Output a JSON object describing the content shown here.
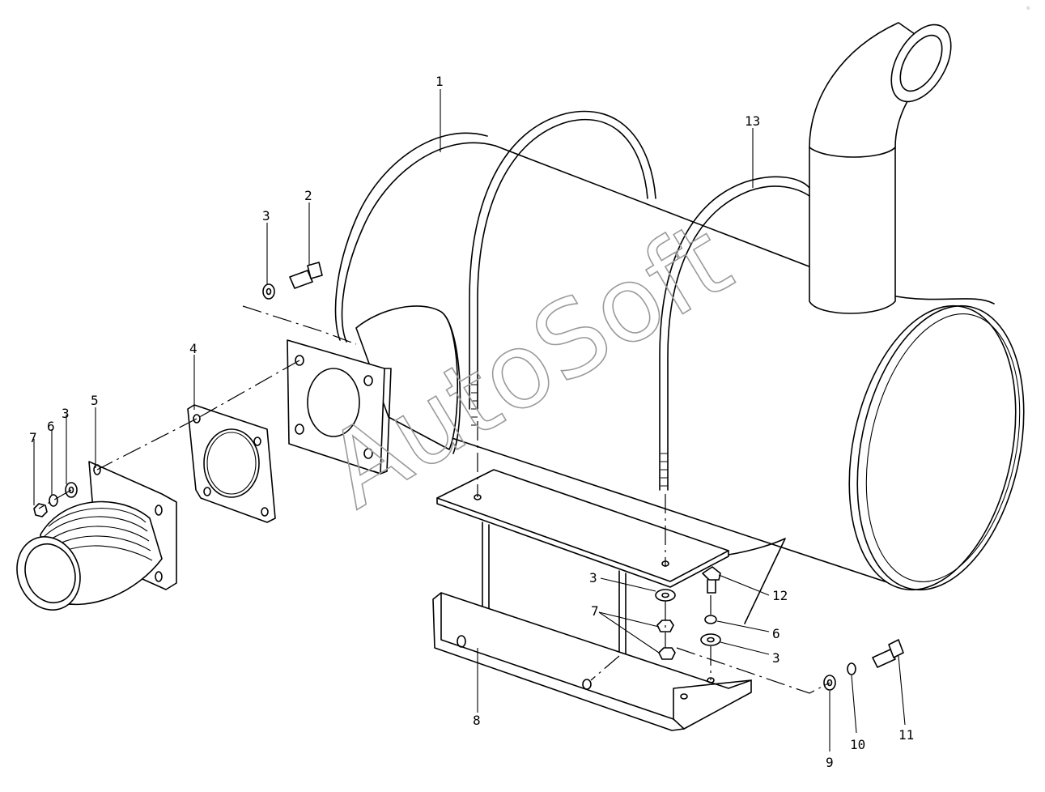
{
  "diagram": {
    "watermark": "AutoSoft",
    "corner_mark": "©"
  },
  "callouts": [
    {
      "id": "c1",
      "label": "1"
    },
    {
      "id": "c13",
      "label": "13"
    },
    {
      "id": "c2",
      "label": "2"
    },
    {
      "id": "c3a",
      "label": "3"
    },
    {
      "id": "c4",
      "label": "4"
    },
    {
      "id": "c5",
      "label": "5"
    },
    {
      "id": "c3b",
      "label": "3"
    },
    {
      "id": "c6a",
      "label": "6"
    },
    {
      "id": "c7a",
      "label": "7"
    },
    {
      "id": "c3c",
      "label": "3"
    },
    {
      "id": "c7b",
      "label": "7"
    },
    {
      "id": "c12",
      "label": "12"
    },
    {
      "id": "c6b",
      "label": "6"
    },
    {
      "id": "c3d",
      "label": "3"
    },
    {
      "id": "c8",
      "label": "8"
    },
    {
      "id": "c9",
      "label": "9"
    },
    {
      "id": "c10",
      "label": "10"
    },
    {
      "id": "c11",
      "label": "11"
    }
  ]
}
